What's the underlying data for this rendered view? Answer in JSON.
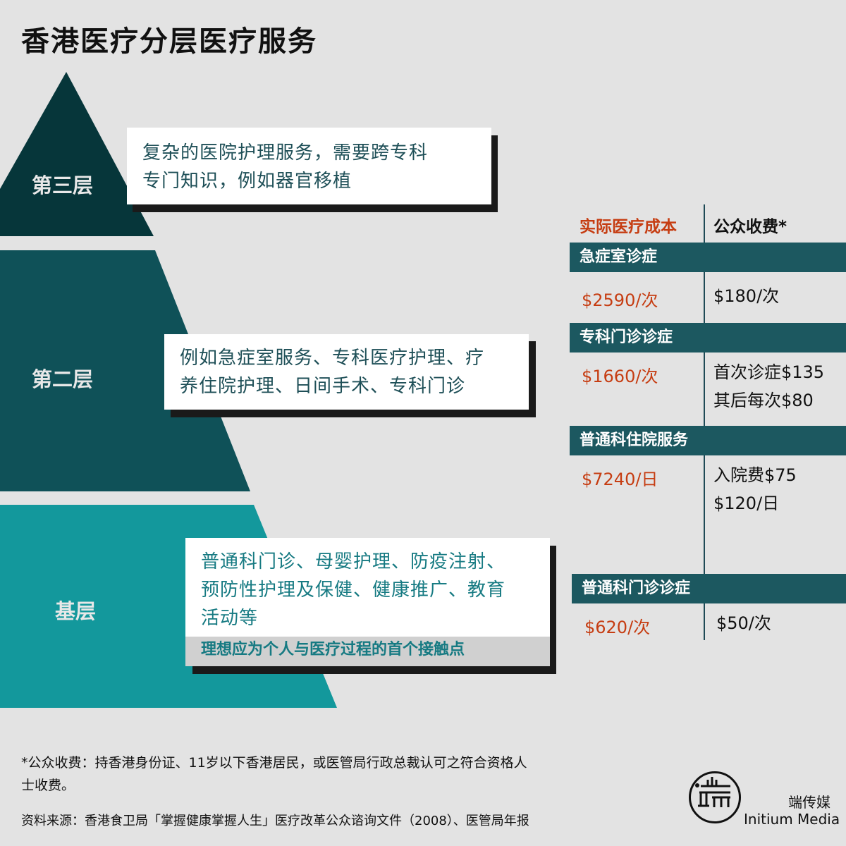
{
  "title": "香港医疗分层医疗服务",
  "colors": {
    "tier_top": "#06363a",
    "tier_mid": "#0f5158",
    "tier_base": "#13989c",
    "cost_red": "#c63d12",
    "band": "#1c5860",
    "background": "#e3e3e3"
  },
  "tiers": [
    {
      "label": "第三层",
      "description": "复杂的医院护理服务，需要跨专科\n专门知识，例如器官移植"
    },
    {
      "label": "第二层",
      "description": "例如急症室服务、专科医疗护理、疗\n养住院护理、日间手术、专科门诊"
    },
    {
      "label": "基层",
      "description": "普通科门诊、母婴护理、防疫注射、\n预防性护理及保健、健康推广、教育\n活动等",
      "note": "理想应为个人与医疗过程的首个接触点"
    }
  ],
  "cost_table": {
    "header_cost": "实际医疗成本",
    "header_fee": "公众收费*",
    "rows": [
      {
        "category": "急症室诊症",
        "cost": "$2590/次",
        "fee": [
          "$180/次"
        ]
      },
      {
        "category": "专科门诊诊症",
        "cost": "$1660/次",
        "fee": [
          "首次诊症$135",
          "其后每次$80"
        ]
      },
      {
        "category": "普通科住院服务",
        "cost": "$7240/日",
        "fee": [
          "入院费$75",
          "$120/日"
        ]
      },
      {
        "category": "普通科门诊诊症",
        "cost": "$620/次",
        "fee": [
          "$50/次"
        ]
      }
    ]
  },
  "footnote_lines": [
    "*公众收费：持香港身份证、11岁以下香港居民，或医管局行政总裁认可之符合资格人",
    "士收费。"
  ],
  "source": "资料来源：香港食卫局「掌握健康掌握人生」医疗改革公众谘询文件（2008）、医管局年报",
  "logo": {
    "cn": "端传媒",
    "en": "Initium Media",
    "icon": "initium-logo-icon"
  }
}
